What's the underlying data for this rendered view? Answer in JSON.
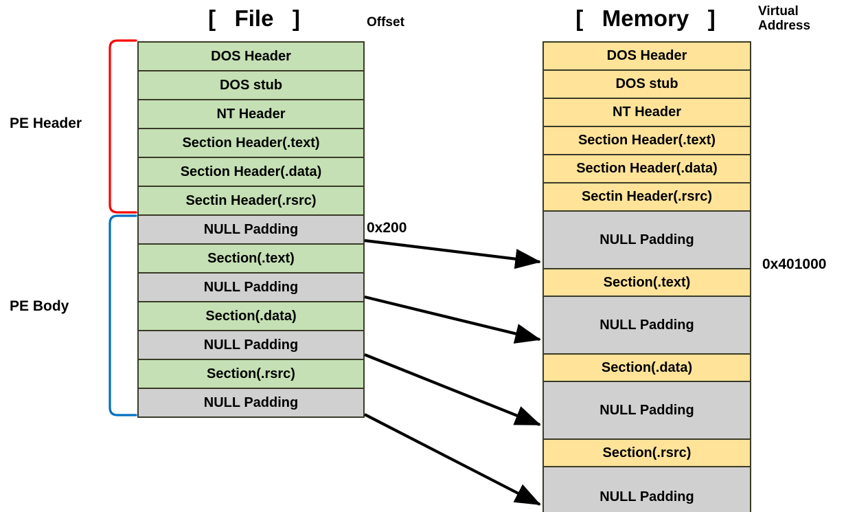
{
  "diagram": {
    "title_file": "[   File   ]",
    "title_memory": "[   Memory   ]",
    "offset_axis_label": "Offset",
    "virtual_address_axis_label": "Virtual Address",
    "side_labels": {
      "pe_header": "PE Header",
      "pe_body": "PE Body"
    },
    "annotations": {
      "file_offset_value": "0x200",
      "memory_virtual_address_value": "0x401000"
    },
    "colors": {
      "file_section": "#c5e0b4",
      "memory_section": "#ffe399",
      "null_padding": "#d0d0d0",
      "pe_header_bracket": "#ff0000",
      "pe_body_bracket": "#0070c0",
      "block_border": "#3a3a28",
      "arrow": "#000000",
      "background": "#ffffff"
    }
  },
  "file_column": {
    "blocks": [
      {
        "label": "DOS Header",
        "kind": "section"
      },
      {
        "label": "DOS stub",
        "kind": "section"
      },
      {
        "label": "NT Header",
        "kind": "section"
      },
      {
        "label": "Section Header(.text)",
        "kind": "section"
      },
      {
        "label": "Section Header(.data)",
        "kind": "section"
      },
      {
        "label": "Sectin Header(.rsrc)",
        "kind": "section"
      },
      {
        "label": "NULL Padding",
        "kind": "padding"
      },
      {
        "label": "Section(.text)",
        "kind": "section"
      },
      {
        "label": "NULL Padding",
        "kind": "padding"
      },
      {
        "label": "Section(.data)",
        "kind": "section"
      },
      {
        "label": "NULL Padding",
        "kind": "padding"
      },
      {
        "label": "Section(.rsrc)",
        "kind": "section"
      },
      {
        "label": "NULL Padding",
        "kind": "padding"
      }
    ]
  },
  "memory_column": {
    "blocks": [
      {
        "label": "DOS Header",
        "kind": "section"
      },
      {
        "label": "DOS stub",
        "kind": "section"
      },
      {
        "label": "NT Header",
        "kind": "section"
      },
      {
        "label": "Section Header(.text)",
        "kind": "section"
      },
      {
        "label": "Section Header(.data)",
        "kind": "section"
      },
      {
        "label": "Sectin Header(.rsrc)",
        "kind": "section"
      },
      {
        "label": "NULL Padding",
        "kind": "padding"
      },
      {
        "label": "Section(.text)",
        "kind": "section"
      },
      {
        "label": "NULL Padding",
        "kind": "padding"
      },
      {
        "label": "Section(.data)",
        "kind": "section"
      },
      {
        "label": "NULL Padding",
        "kind": "padding"
      },
      {
        "label": "Section(.rsrc)",
        "kind": "section"
      },
      {
        "label": "NULL Padding",
        "kind": "padding"
      }
    ]
  },
  "mappings": [
    {
      "from": "file NULL Padding / Section(.text) boundary",
      "to": "memory NULL Padding / Section(.text) boundary"
    },
    {
      "from": "file NULL Padding / Section(.data) boundary",
      "to": "memory NULL Padding / Section(.data) boundary"
    },
    {
      "from": "file NULL Padding / Section(.rsrc) boundary",
      "to": "memory NULL Padding / Section(.rsrc) boundary"
    },
    {
      "from": "file end of PE body",
      "to": "memory end of NULL Padding"
    }
  ]
}
